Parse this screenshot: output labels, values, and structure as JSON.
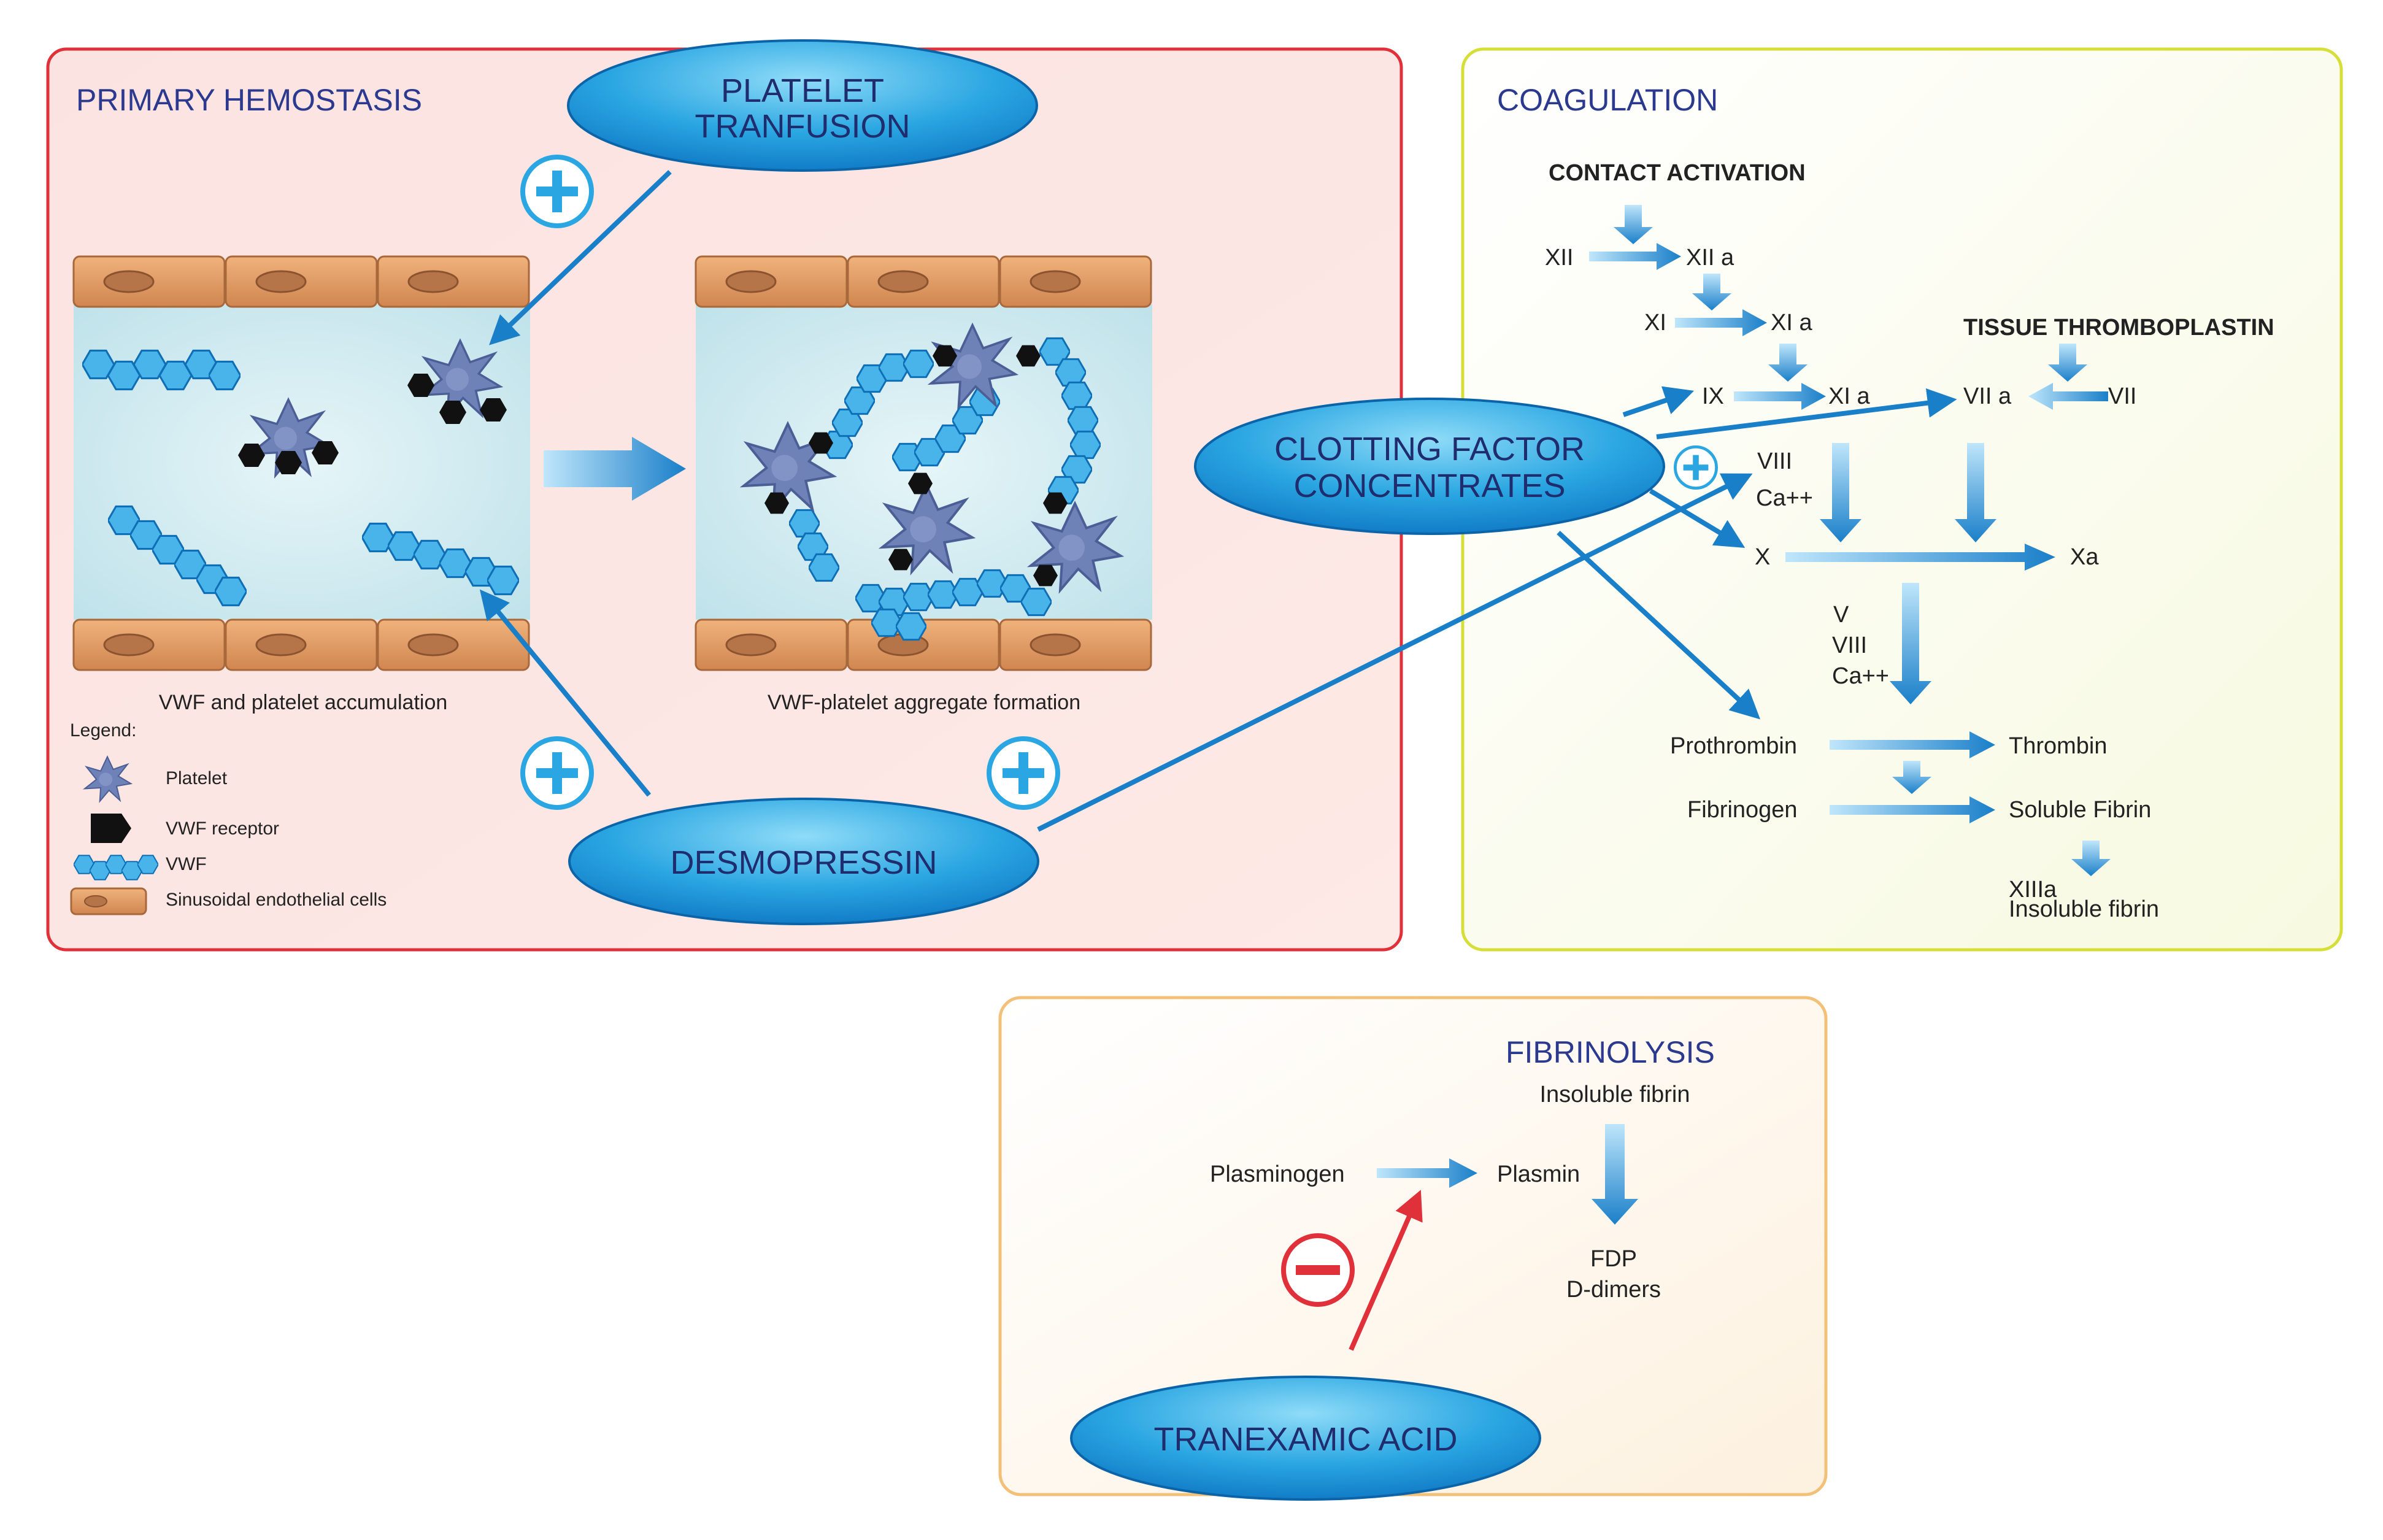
{
  "primary": {
    "title": "PRIMARY HEMOSTASIS",
    "caption_left": "VWF and platelet accumulation",
    "caption_right": "VWF-platelet aggregate formation",
    "legend_title": "Legend:",
    "legend": {
      "platelet": "Platelet",
      "receptor": "VWF receptor",
      "vwf": "VWF",
      "cells": "Sinusoidal endothelial cells"
    }
  },
  "coag": {
    "title": "COAGULATION",
    "contact": "CONTACT ACTIVATION",
    "tissue": "TISSUE THROMBOPLASTIN",
    "xii": "XII",
    "xiia": "XII a",
    "xi": "XI",
    "xia1": "XI a",
    "ix": "IX",
    "xia2": "XI a",
    "viia": "VII a",
    "vii": "VII",
    "viii": "VIII",
    "ca1": "Ca++",
    "x": "X",
    "xa": "Xa",
    "v": "V",
    "viii2": "VIII",
    "ca2": "Ca++",
    "prothrombin": "Prothrombin",
    "thrombin": "Thrombin",
    "fibrinogen": "Fibrinogen",
    "soluble": "Soluble Fibrin",
    "xiiia": "XIIIa",
    "insoluble": "Insoluble fibrin"
  },
  "fibrino": {
    "title": "FIBRINOLYSIS",
    "insoluble": "Insoluble fibrin",
    "plasminogen": "Plasminogen",
    "plasmin": "Plasmin",
    "fdp": "FDP",
    "ddimers": "D-dimers"
  },
  "drugs": {
    "platelet_l1": "PLATELET",
    "platelet_l2": "TRANFUSION",
    "desmopressin": "DESMOPRESSIN",
    "clotting_l1": "CLOTTING FACTOR",
    "clotting_l2": "CONCENTRATES",
    "tranexamic": "TRANEXAMIC ACID"
  },
  "colors": {
    "primary_border": "#e0303a",
    "coag_border": "#d6df3a",
    "fibrino_border": "#f3c07a",
    "title_blue": "#2b3a8f",
    "arrow_blue": "#1a7fc9",
    "vwf": "#3aa9e6",
    "platelet": "#6f82b8",
    "cell": "#d9955f",
    "vessel": "#cfeaf0",
    "inhibit_red": "#e0303a"
  }
}
